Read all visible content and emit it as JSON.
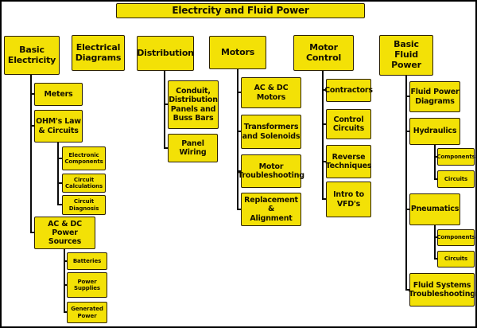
{
  "diagram": {
    "title": "Electrcity and Fluid Power",
    "branches": [
      {
        "label": "Basic\nElectricity",
        "children": [
          {
            "label": "Meters",
            "children": []
          },
          {
            "label": "OHM's Law\n& Circuits",
            "children": [
              {
                "label": "Electronic\nComponents"
              },
              {
                "label": "Circuit\nCalculations"
              },
              {
                "label": "Circuit\nDiagnosis"
              }
            ]
          },
          {
            "label": "AC & DC Power\nSources",
            "children": [
              {
                "label": "Batteries"
              },
              {
                "label": "Power\nSupplies"
              },
              {
                "label": "Generated\nPower"
              }
            ]
          }
        ]
      },
      {
        "label": "Electrical\nDiagrams",
        "children": []
      },
      {
        "label": "Distribution",
        "children": [
          {
            "label": "Conduit,\nDistribution\nPanels and\nBuss Bars"
          },
          {
            "label": "Panel Wiring"
          }
        ]
      },
      {
        "label": "Motors",
        "children": [
          {
            "label": "AC & DC\nMotors"
          },
          {
            "label": "Transformers\nand Solenoids"
          },
          {
            "label": "Motor\nTroubleshooting"
          },
          {
            "label": "Replacement &\nAlignment"
          }
        ]
      },
      {
        "label": "Motor\nControl",
        "children": [
          {
            "label": "Contractors"
          },
          {
            "label": "Control\nCircuits"
          },
          {
            "label": "Reverse\nTechniques"
          },
          {
            "label": "Intro to\nVFD's"
          }
        ]
      },
      {
        "label": "Basic\nFluid\nPower",
        "children": [
          {
            "label": "Fluid Power\nDiagrams"
          },
          {
            "label": "Hydraulics",
            "children": [
              {
                "label": "Components"
              },
              {
                "label": "Circuits"
              }
            ]
          },
          {
            "label": "Pneumatics",
            "children": [
              {
                "label": "Components"
              },
              {
                "label": "Circuits"
              }
            ]
          },
          {
            "label": "Fluid Systems\nTroubleshooting"
          }
        ]
      }
    ]
  },
  "colors": {
    "box_fill": "#f3e106",
    "box_border": "#2b2000",
    "connector": "#0a0a0a",
    "background": "#ffffff"
  }
}
